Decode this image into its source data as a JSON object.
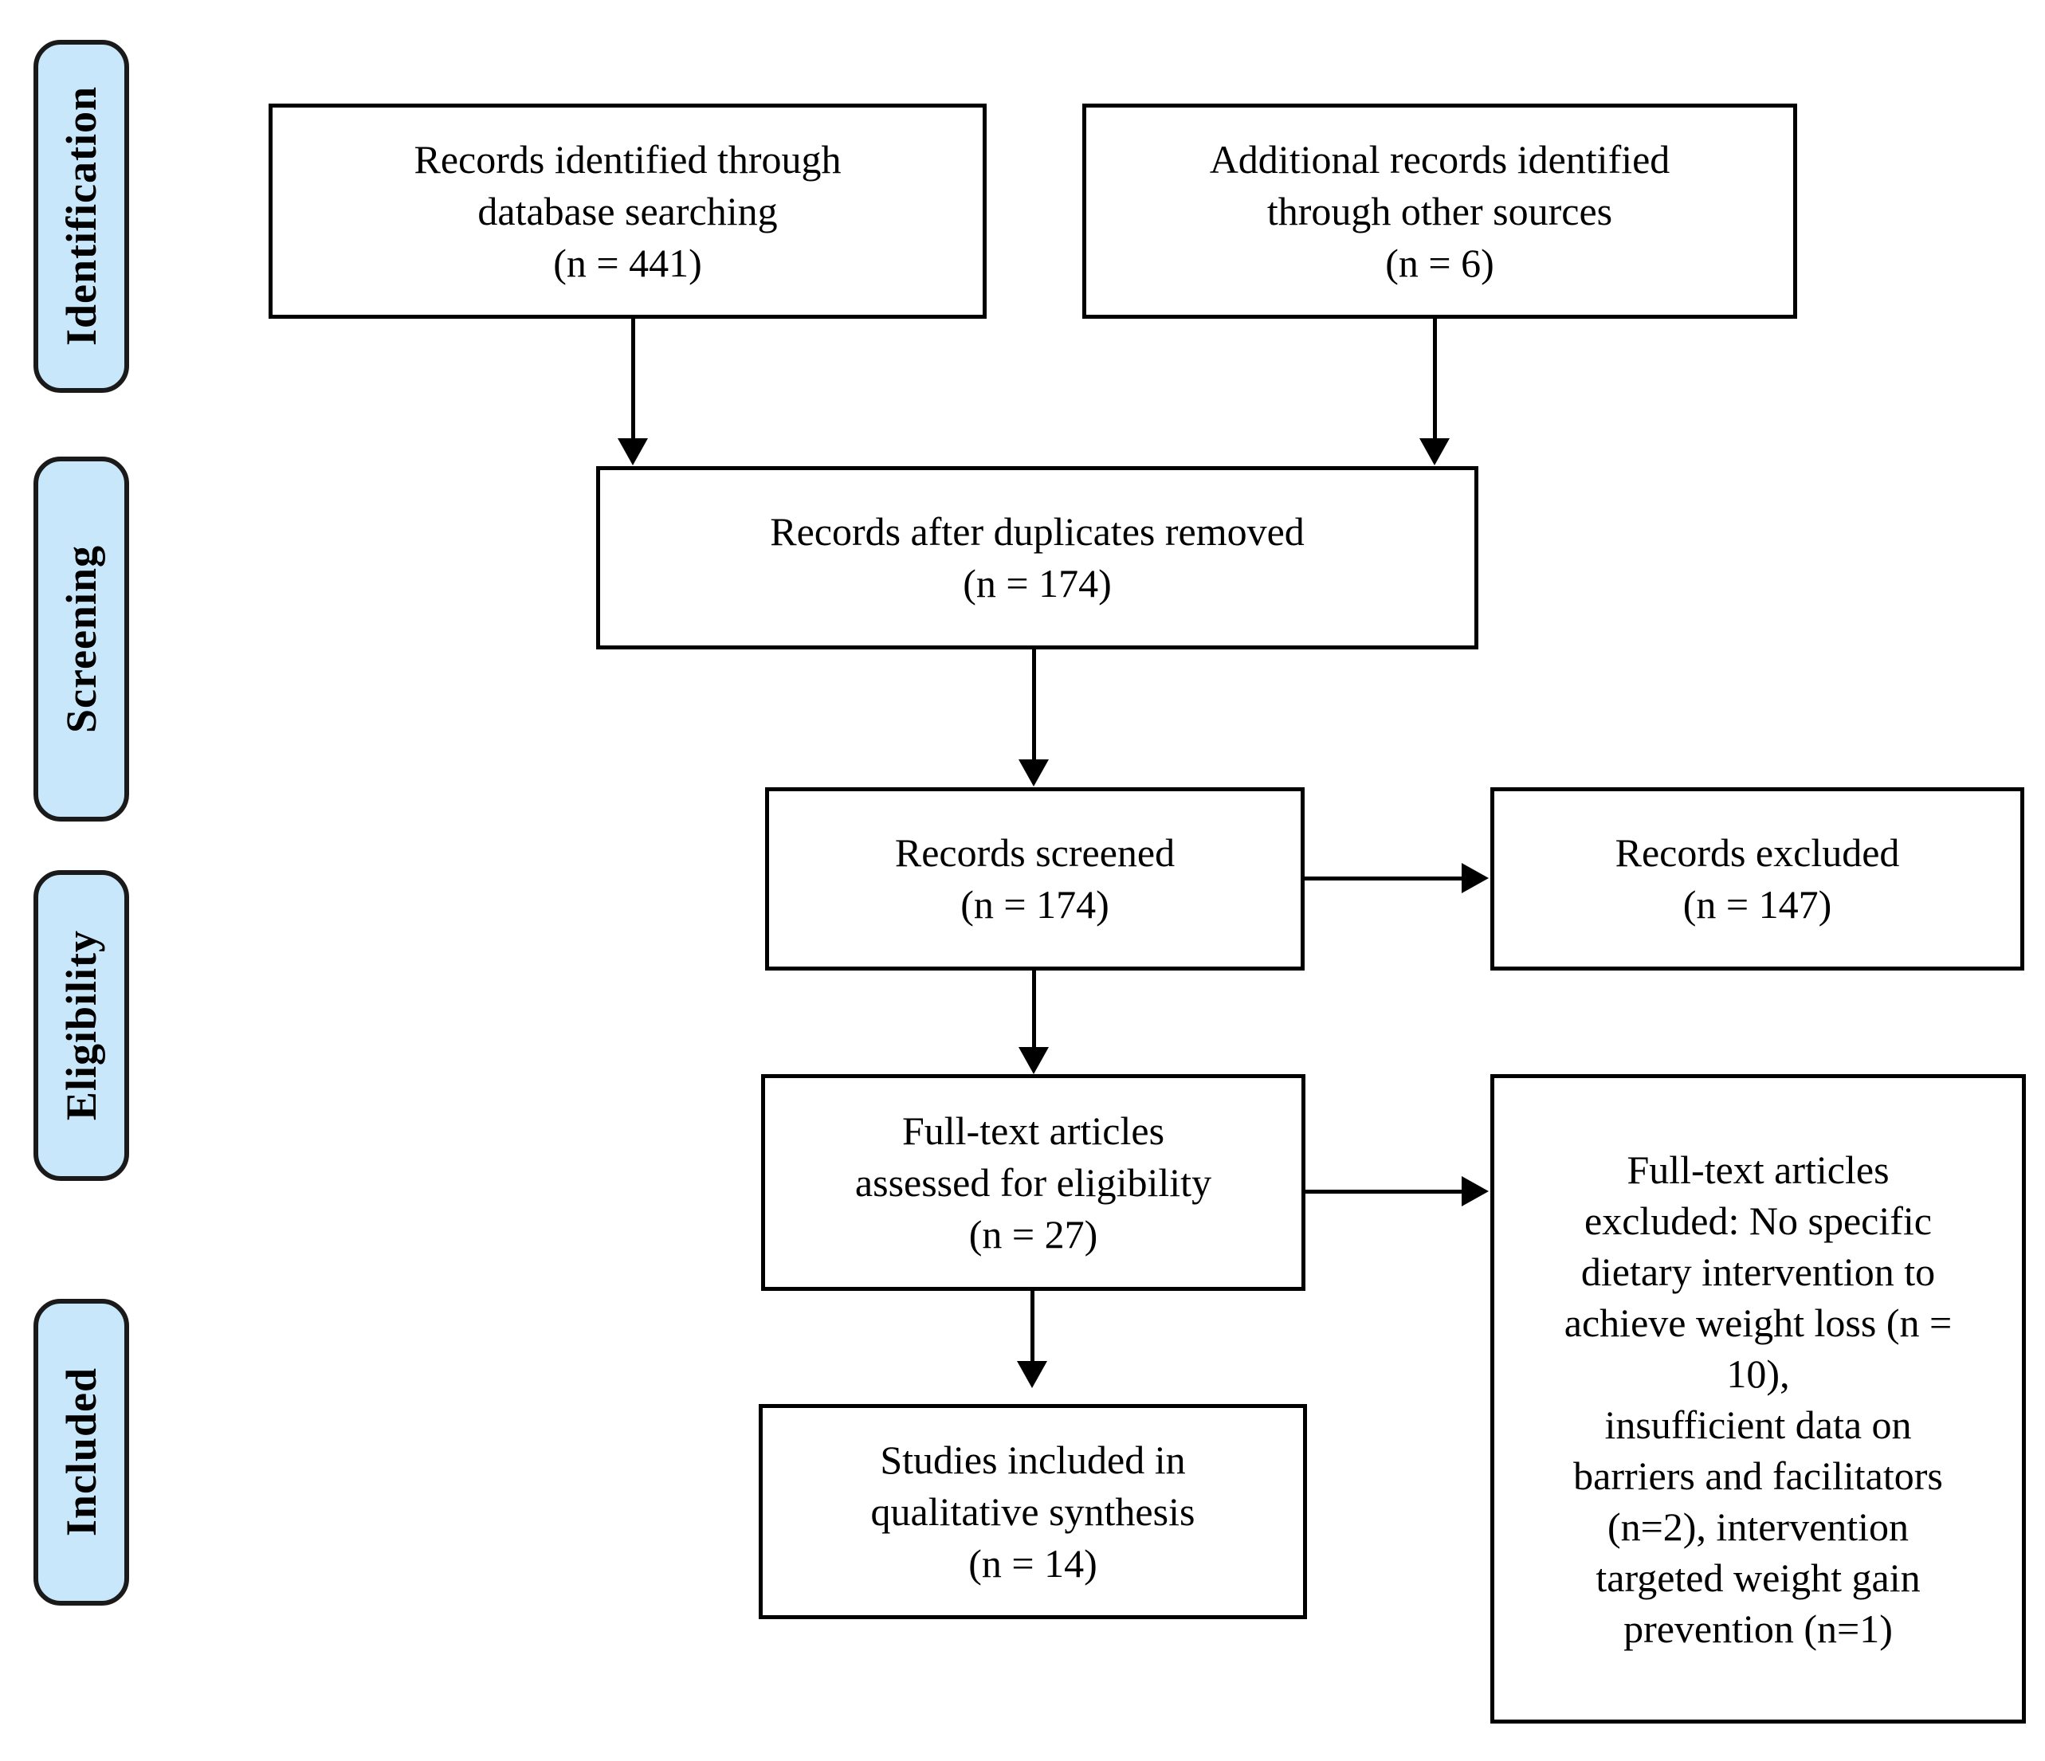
{
  "diagram": {
    "type": "prisma-flow-diagram",
    "title": "PRISMA study selection flow diagram",
    "colors": {
      "stage_tab_fill": "#c9e7fa",
      "stage_tab_border": "#1a1a1a",
      "box_border": "#000000",
      "box_fill": "#ffffff",
      "connector": "#000000",
      "text": "#000000"
    }
  },
  "stages": [
    {
      "id": "identification",
      "label": "Identification"
    },
    {
      "id": "screening",
      "label": "Screening"
    },
    {
      "id": "eligibility",
      "label": "Eligibility"
    },
    {
      "id": "included",
      "label": "Included"
    }
  ],
  "boxes": {
    "records_database": {
      "id": "records-identified-database",
      "line1": "Records identified through",
      "line2": "database searching",
      "count_line": "(n = 441)",
      "n": 441
    },
    "records_other": {
      "id": "additional-records-other-sources",
      "line1": "Additional records identified",
      "line2": "through other sources",
      "count_line": "(n = 6)",
      "n": 6
    },
    "duplicates_removed": {
      "id": "records-after-duplicates-removed",
      "line1": "Records after duplicates removed",
      "count_line": "(n = 174)",
      "n": 174
    },
    "records_screened": {
      "id": "records-screened",
      "line1": "Records screened",
      "count_line": "(n = 174)",
      "n": 174
    },
    "records_excluded": {
      "id": "records-excluded",
      "line1": "Records excluded",
      "count_line": "(n = 147)",
      "n": 147
    },
    "fulltext_assessed": {
      "id": "full-text-articles-assessed",
      "line1": "Full-text articles",
      "line2": "assessed for eligibility",
      "count_line": "(n = 27)",
      "n": 27
    },
    "fulltext_excluded": {
      "id": "full-text-articles-excluded",
      "line1": "Full-text articles",
      "line2": "excluded: No specific",
      "line3": "dietary intervention to",
      "line4": "achieve weight loss (n =",
      "line5": "10),",
      "line6": "insufficient data on",
      "line7": "barriers and facilitators",
      "line8": "(n=2), intervention",
      "line9": "targeted weight gain",
      "line10": "prevention (n=1)",
      "reasons": [
        {
          "reason": "No specific dietary intervention to achieve weight loss",
          "n": 10
        },
        {
          "reason": "insufficient data on barriers and facilitators",
          "n": 2
        },
        {
          "reason": "intervention targeted weight gain prevention",
          "n": 1
        }
      ]
    },
    "studies_included": {
      "id": "studies-included-qualitative-synthesis",
      "line1": "Studies included in",
      "line2": "qualitative synthesis",
      "count_line": "(n = 14)",
      "n": 14
    }
  }
}
